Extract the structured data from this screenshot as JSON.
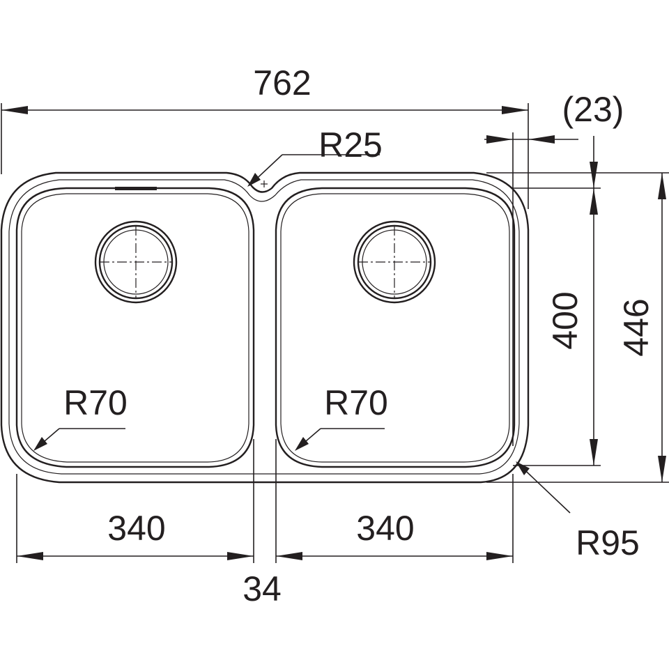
{
  "drawing": {
    "overall_width": "762",
    "rim_offset": "(23)",
    "center_radius": "R25",
    "left_bowl_radius": "R70",
    "right_bowl_radius": "R70",
    "outer_radius": "R95",
    "bowl_depth": "400",
    "overall_depth": "446",
    "left_bowl_width": "340",
    "right_bowl_width": "340",
    "divider_width": "34"
  }
}
